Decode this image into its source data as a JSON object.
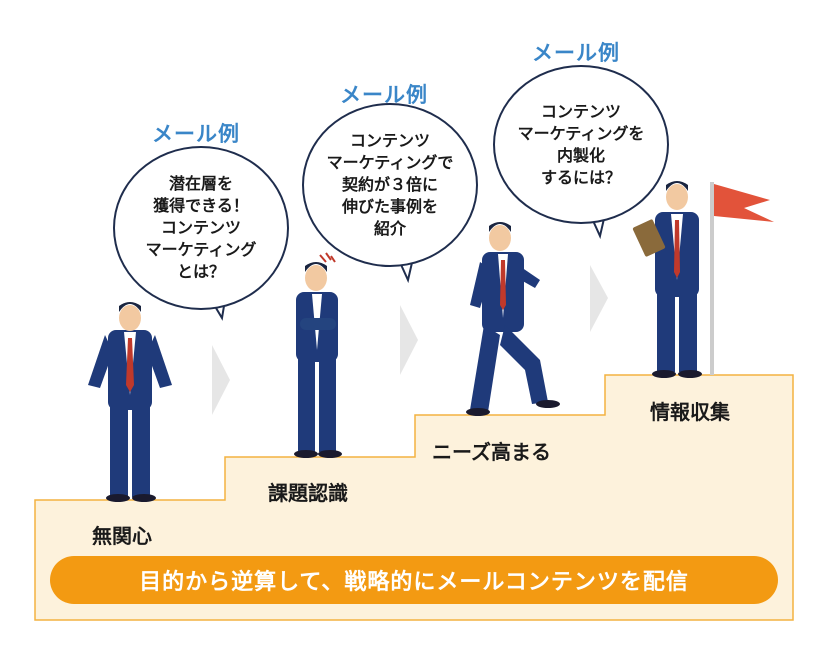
{
  "colors": {
    "stairs_fill": "#fdf2dc",
    "stairs_stroke": "#f3b240",
    "banner": "#f39a12",
    "label_blue": "#3a86c8",
    "suit": "#1f3a7a",
    "tie": "#c0392b",
    "arrow": "#e6e6e6",
    "flag": "#e2533a"
  },
  "email_example_label": "メール例",
  "bubbles": [
    {
      "text": "潜在層を\n獲得できる！\nコンテンツ\nマーケティング\nとは？"
    },
    {
      "text": "コンテンツ\nマーケティングで\n契約が３倍に\n伸びた事例を\n紹介"
    },
    {
      "text": "コンテンツ\nマーケティングを\n内製化\nするには？"
    }
  ],
  "stages": [
    "無関心",
    "課題認識",
    "ニーズ高まる",
    "情報収集"
  ],
  "banner_text": "目的から逆算して、戦略的にメールコンテンツを配信"
}
